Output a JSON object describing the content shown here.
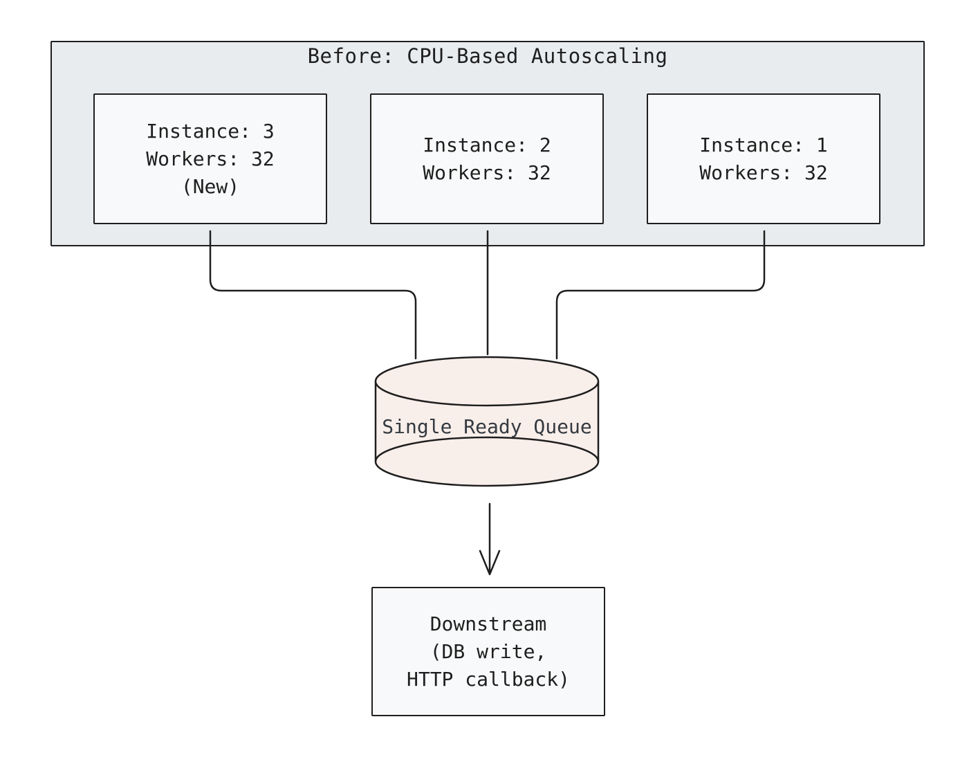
{
  "group": {
    "title": "Before: CPU-Based Autoscaling"
  },
  "instances": [
    {
      "line1": "Instance: 3",
      "line2": "Workers: 32",
      "line3": "(New)"
    },
    {
      "line1": "Instance: 2",
      "line2": "Workers: 32"
    },
    {
      "line1": "Instance: 1",
      "line2": "Workers: 32"
    }
  ],
  "queue": {
    "label": "Single Ready Queue"
  },
  "downstream": {
    "line1": "Downstream",
    "line2": "(DB write,",
    "line3": "HTTP callback)"
  },
  "colors": {
    "group_fill": "#e9ecef",
    "node_fill": "#f8f9fa",
    "queue_fill": "#f8eeea",
    "stroke": "#1e1e1e"
  }
}
